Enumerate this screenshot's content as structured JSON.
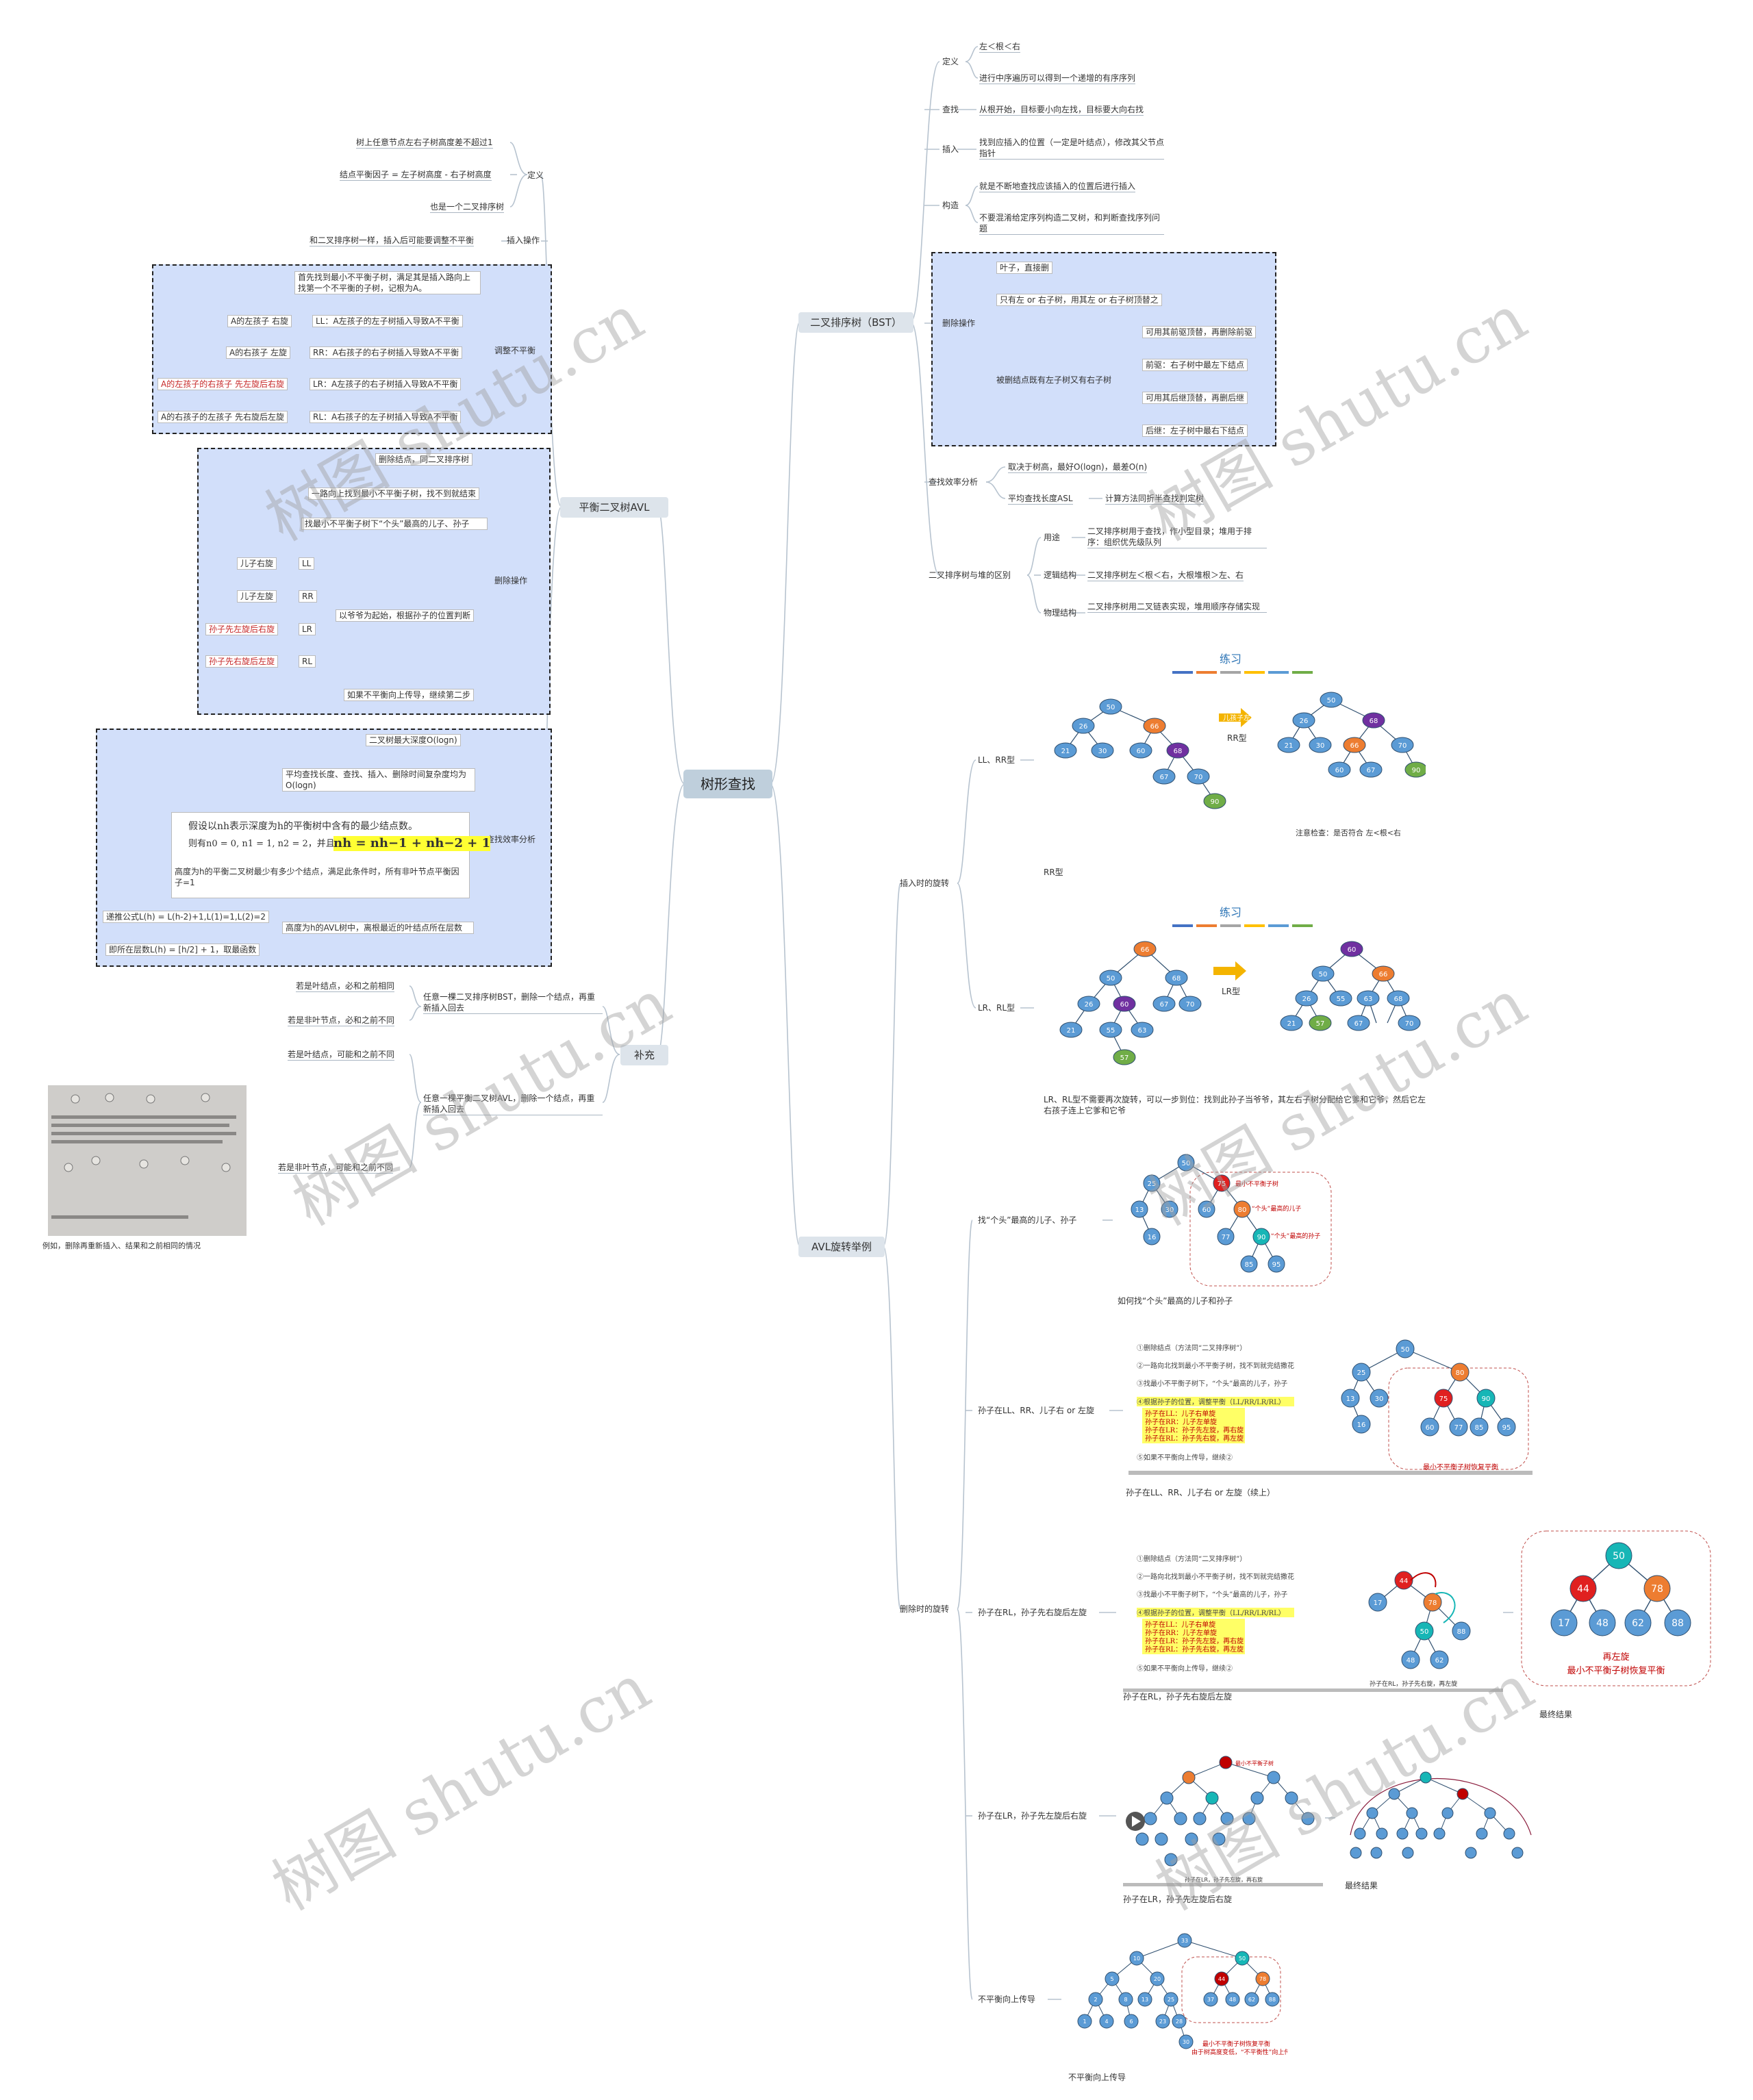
{
  "root": "树形查找",
  "bst": {
    "title": "二叉排序树（BST）",
    "def": {
      "label": "定义",
      "items": [
        "左＜根＜右",
        "进行中序遍历可以得到一个递增的有序序列"
      ]
    },
    "search": {
      "label": "查找",
      "text": "从根开始，目标要小向左找，目标要大向右找"
    },
    "insert": {
      "label": "插入",
      "text": "找到应插入的位置（一定是叶结点），修改其父节点指针"
    },
    "construct": {
      "label": "构造",
      "items": [
        "就是不断地查找应该插入的位置后进行插入",
        "不要混淆给定序列构造二叉树，和判断查找序列问题"
      ]
    },
    "delete": {
      "label": "删除操作",
      "items": [
        "叶子，直接删",
        "只有左 or 右子树，用其左 or 右子树顶替之",
        "被删结点既有左子树又有右子树"
      ],
      "sub": [
        "可用其前驱顶替，再删除前驱",
        "前驱：右子树中最左下结点",
        "可用其后继顶替，再删后继",
        "后继：左子树中最右下结点"
      ]
    },
    "efficiency": {
      "label": "查找效率分析",
      "items": [
        "取决于树高，最好O(logn)，最差O(n)",
        "平均查找长度ASL"
      ],
      "asl": "计算方法同折半查找判定树"
    },
    "diff": {
      "label": "二叉排序树与堆的区别",
      "rows": [
        {
          "k": "用途",
          "v": "二叉排序树用于查找，作小型目录；堆用于排序：组织优先级队列"
        },
        {
          "k": "逻辑结构",
          "v": "二叉排序树左＜根＜右，大根堆根＞左、右"
        },
        {
          "k": "物理结构",
          "v": "二叉排序树用二叉链表实现，堆用顺序存储实现"
        }
      ]
    }
  },
  "avl": {
    "title": "平衡二叉树AVL",
    "def": {
      "label": "定义",
      "items": [
        "树上任意节点左右子树高度差不超过1",
        "结点平衡因子 = 左子树高度 - 右子树高度",
        "也是一个二叉排序树"
      ]
    },
    "insert": {
      "text": "和二叉排序树一样，插入后可能要调整不平衡",
      "label": "插入操作"
    },
    "adjust": {
      "label": "调整不平衡",
      "head": "首先找到最小不平衡子树，满足其是插入路向上找第一个不平衡的子树，记根为A。",
      "rows": [
        {
          "l": "A的左孩子 右旋",
          "r": "LL：A左孩子的左子树插入导致A不平衡"
        },
        {
          "l": "A的右孩子 左旋",
          "r": "RR：A右孩子的右子树插入导致A不平衡"
        },
        {
          "l": "A的左孩子的右孩子 先左旋后右旋",
          "r": "LR：A左孩子的右子树插入导致A不平衡"
        },
        {
          "l": "A的右孩子的左孩子 先右旋后左旋",
          "r": "RL：A右孩子的左子树插入导致A不平衡"
        }
      ]
    },
    "delete": {
      "label": "删除操作",
      "steps": [
        "删除结点，同二叉排序树",
        "一路向上找到最小不平衡子树，找不到就结束",
        "找最小不平衡子树下“个头”最高的儿子、孙子",
        "以爷爷为起始，根据孙子的位置判断",
        "如果不平衡向上传导，继续第二步"
      ],
      "cases": [
        {
          "l": "儿子右旋",
          "c": "LL"
        },
        {
          "l": "儿子左旋",
          "c": "RR"
        },
        {
          "l": "孙子先左旋后右旋",
          "c": "LR"
        },
        {
          "l": "孙子先右旋后左旋",
          "c": "RL"
        }
      ]
    },
    "eff": {
      "label": "查找效率分析",
      "items": [
        "二叉树最大深度O(logn)",
        "平均查找长度、查找、插入、删除时间复杂度均为O(logn)"
      ],
      "formula1": "假设以nh表示深度为h的平衡树中含有的最少结点数。",
      "formula2": "则有n0 = 0, n1 = 1, n2 = 2，并且有",
      "formula3": "nh = nh−1 + nh−2 + 1",
      "minnote": "高度为h的平衡二叉树最少有多少个结点，满足此条件时，所有非叶节点平衡因子=1",
      "recur": "递推公式L(h) = L(h-2)+1,L(1)=1,L(2)=2",
      "layer": "即所在层数L(h) = [h/2] + 1，取最函数",
      "nearest": "高度为h的AVL树中，离根最近的叶结点所在层数"
    }
  },
  "supp": {
    "title": "补充",
    "bst": {
      "text": "任意一棵二叉排序树BST，删除一个结点，再重新插入回去",
      "a": "若是叶结点，必和之前相同",
      "b": "若是非叶节点，必和之前不同"
    },
    "avl": {
      "text": "任意一棵平衡二叉树AVL，删除一个结点，再重新插入回去",
      "a": "若是叶结点，可能和之前不同",
      "b": "若是非叶节点，可能和之前不同"
    },
    "caption": "例如，删除再重新插入、结果和之前相同的情况"
  },
  "rot": {
    "title": "AVL旋转举例",
    "ins": {
      "label": "插入时的旋转",
      "ll": "LL、RR型",
      "rr": "RR型",
      "lr": "LR、RL型",
      "note": "LR、RL型不需要再次旋转，可以一步到位：找到此孙子当爷爷，其左右子树分配给它爹和它爷，然后它左右孩子连上它爹和它爷"
    },
    "del": {
      "label": "删除时的旋转",
      "find": "找“个头”最高的儿子、孙子",
      "findcap": "如何找“个头”最高的儿子和孙子",
      "c1": "孙子在LL、RR、儿子右 or 左旋",
      "c1cap": "孙子在LL、RR、儿子右 or 左旋（续上）",
      "c2": "孙子在RL，孙子先右旋后左旋",
      "c2cap": "孙子在RL，孙子先右旋后左旋",
      "c2res": "最终结果",
      "c3": "孙子在LR，孙子先左旋后右旋",
      "c3cap": "孙子在LR，孙子先左旋后右旋",
      "c3res": "最终结果",
      "c4": "不平衡向上传导",
      "c4cap": "不平衡向上传导"
    }
  },
  "figs": {
    "practice": "练习",
    "rrtype": "RR型",
    "lrtype": "LR型",
    "check": "注意检查：是否符合 左<根<右",
    "biggest": "最小不平衡子树",
    "tallson": "“个头”最高的儿子",
    "tallgs": "“个头”最高的孙子",
    "steps": [
      "①删除结点（方法同“二叉排序树”）",
      "②一路向北找到最小不平衡子树，找不到就完结撒花",
      "③找最小不平衡子树下，“个头”最高的儿子，孙子",
      "④根据孙子的位置，调整平衡（LL/RR/LR/RL）",
      "⑤如果不平衡向上传导，继续②"
    ],
    "sub": [
      "孙子在LL：儿子右单旋",
      "孙子在RR：儿子左单旋",
      "孙子在LR：孙子先左旋，再右旋",
      "孙子在RL：孙子先右旋，再左旋"
    ],
    "recovered": "最小不平衡子树恢复平衡",
    "rl_lbl": "孙子在RL，孙子先右旋，再左旋",
    "rot2": "再左旋",
    "rot2b": "最小不平衡子树恢复平衡",
    "lr_lbl": "孙子在LR，孙子先左旋，再右旋",
    "up1": "最小不平衡子树恢复平衡",
    "up2": "由于树高度变低，“不平衡性”向上传导"
  },
  "watermark": "树图 shutu.cn"
}
